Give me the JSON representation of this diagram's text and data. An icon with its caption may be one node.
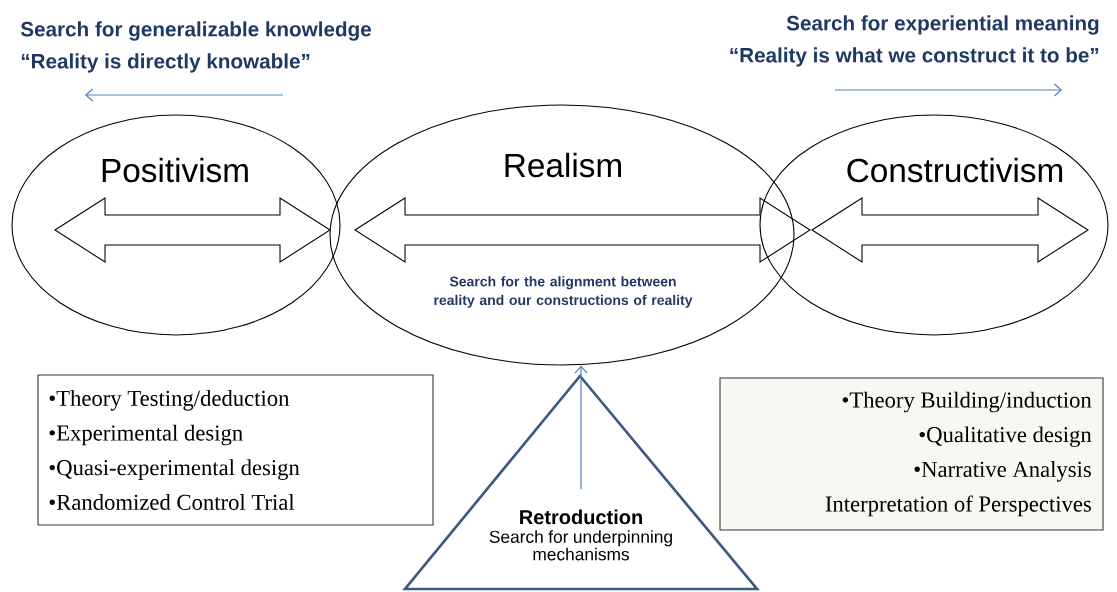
{
  "diagram": {
    "nodes": [
      {
        "text": [
          "Positivism"
        ]
      },
      {
        "text": [
          "Realism",
          "Search for the alignment between reality and our constructions of reality"
        ]
      },
      {
        "text": [
          "Constructivism"
        ]
      },
      {
        "text": [
          "•Theory Testing/deduction",
          "•Experimental design",
          "•Quasi-experimental design",
          "•Randomized Control Trial"
        ]
      },
      {
        "text": [
          "•Theory Building/induction",
          "•Qualitative design",
          "•Narrative Analysis",
          "Interpretation of Perspectives"
        ]
      },
      {
        "text": [
          "Retroduction",
          "Search for underpinning mechanisms"
        ]
      }
    ],
    "edges": [
      {
        "from": 5,
        "to": 1,
        "arrow": "to"
      }
    ],
    "labels": [
      "Search for generalizable knowledge",
      "Search for experiential meaning",
      "“Reality is directly knowable”",
      "“Reality is what we construct it to be”"
    ]
  }
}
